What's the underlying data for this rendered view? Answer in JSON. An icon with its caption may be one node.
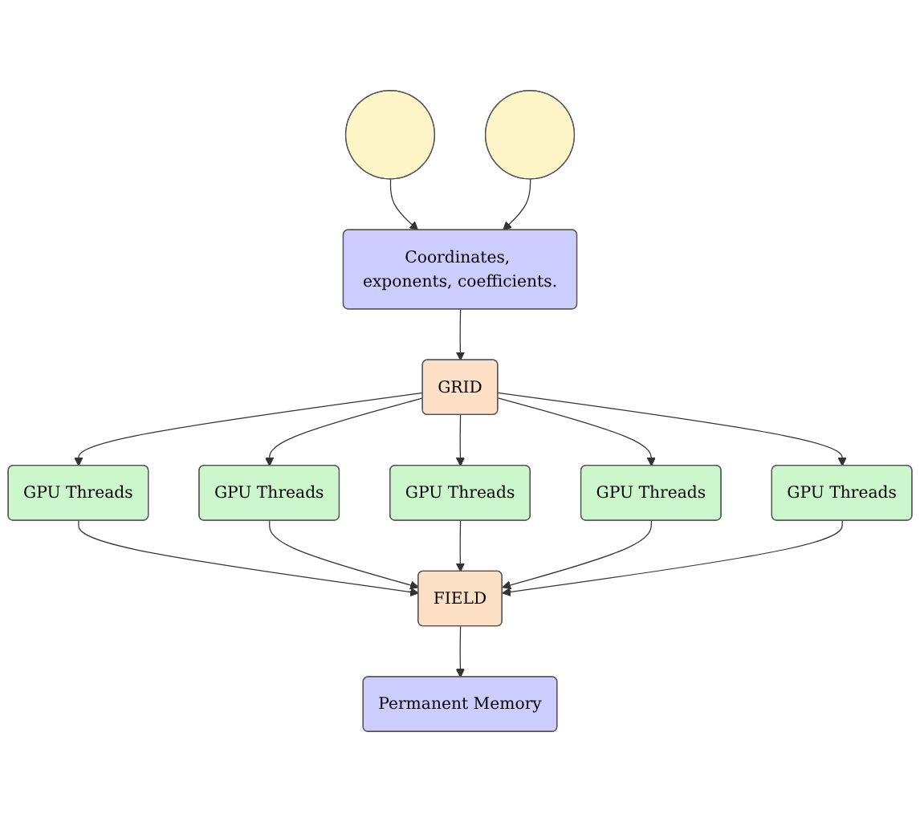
{
  "diagram": {
    "nodes": [
      {
        "text": [],
        "shape": "ellipse"
      },
      {
        "text": [
          "Coordinates, exponents, coefficients."
        ]
      },
      {
        "text": [],
        "shape": "ellipse"
      },
      {
        "text": [
          "GRID"
        ]
      },
      {
        "text": [
          "GPU Threads"
        ]
      },
      {
        "text": [
          "GPU Threads"
        ]
      },
      {
        "text": [
          "GPU Threads"
        ]
      },
      {
        "text": [
          "GPU Threads"
        ]
      },
      {
        "text": [
          "GPU Threads"
        ]
      },
      {
        "text": [
          "FIELD"
        ]
      },
      {
        "text": [
          "Permanent Memory"
        ]
      }
    ],
    "edges": [
      {
        "from": 0,
        "to": 1,
        "arrow": "to"
      },
      {
        "from": 2,
        "to": 1,
        "arrow": "to"
      },
      {
        "from": 1,
        "to": 3,
        "arrow": "to"
      },
      {
        "from": 3,
        "to": 4,
        "arrow": "to"
      },
      {
        "from": 3,
        "to": 5,
        "arrow": "to"
      },
      {
        "from": 3,
        "to": 6,
        "arrow": "to"
      },
      {
        "from": 3,
        "to": 7,
        "arrow": "to"
      },
      {
        "from": 3,
        "to": 8,
        "arrow": "to"
      },
      {
        "from": 4,
        "to": 9,
        "arrow": "to"
      },
      {
        "from": 5,
        "to": 9,
        "arrow": "to"
      },
      {
        "from": 6,
        "to": 9,
        "arrow": "to"
      },
      {
        "from": 7,
        "to": 9,
        "arrow": "to"
      },
      {
        "from": 8,
        "to": 9,
        "arrow": "to"
      },
      {
        "from": 9,
        "to": 10,
        "arrow": "to"
      }
    ]
  }
}
